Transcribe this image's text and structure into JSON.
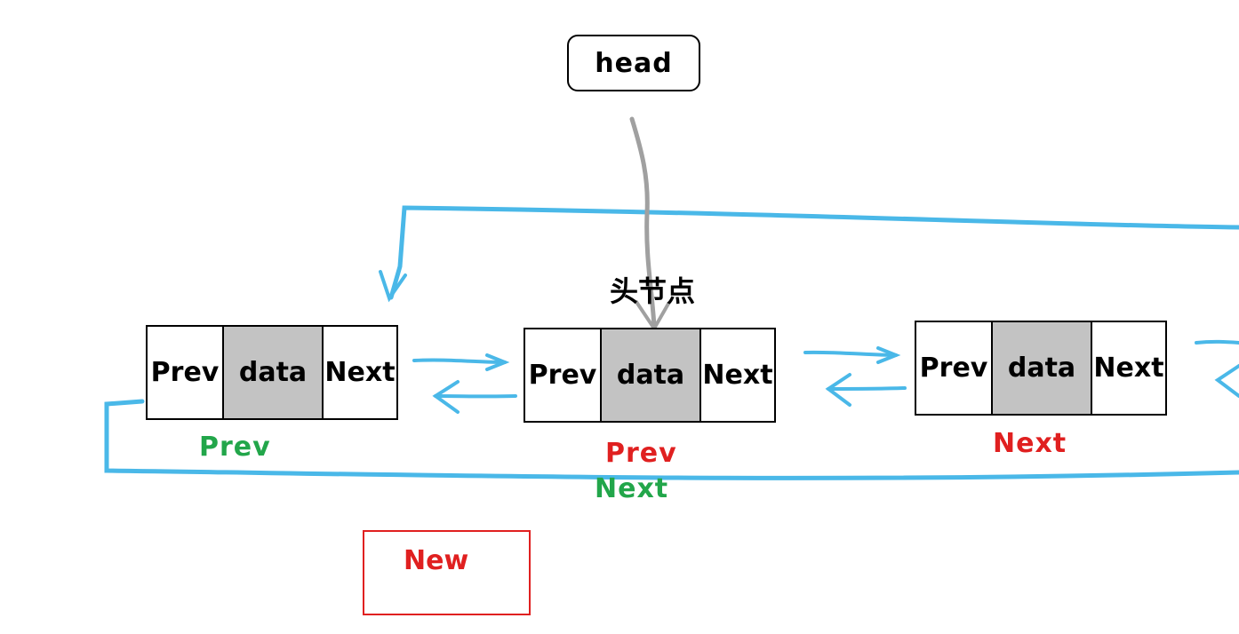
{
  "head_label": "head",
  "head_node_label": "头节点",
  "nodes": [
    {
      "prev": "Prev",
      "data": "data",
      "next": "Next"
    },
    {
      "prev": "Prev",
      "data": "data",
      "next": "Next"
    },
    {
      "prev": "Prev",
      "data": "data",
      "next": "Next"
    }
  ],
  "annotations": {
    "left_prev": "Prev",
    "middle_prev": "Prev",
    "middle_next": "Next",
    "right_next": "Next"
  },
  "new_label": "New",
  "colors": {
    "arrow_blue": "#4ab8e8",
    "head_arrow_gray": "#a0a0a0",
    "green": "#22a64a",
    "red": "#e02020",
    "data_fill": "#c3c3c3"
  }
}
